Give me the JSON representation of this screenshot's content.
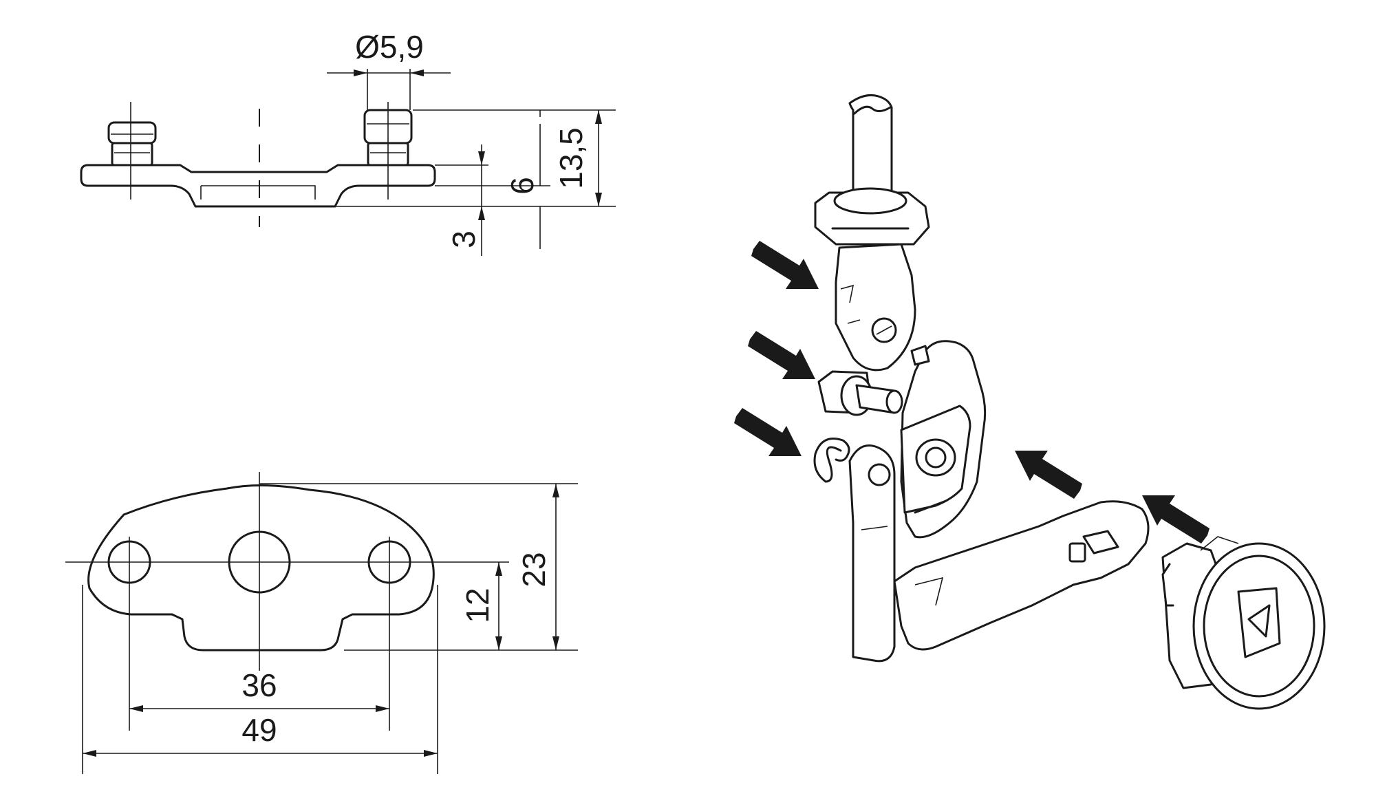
{
  "colors": {
    "ink": "#1a1a1a",
    "paper": "#ffffff"
  },
  "side_view": {
    "dim_diameter": "Ø5,9",
    "dim_overall_height": "13,5",
    "dim_plate_height": "6",
    "dim_offset": "3"
  },
  "top_view": {
    "dim_hole_spacing": "36",
    "dim_overall_width": "49",
    "dim_center_height": "12",
    "dim_overall_height": "23"
  },
  "assembly": {
    "arrow_count": 5,
    "icons": [
      "cam-rod-icon",
      "spacer-nut-icon",
      "circlip-icon",
      "guide-plate-icon",
      "cam-lever-icon",
      "lock-cylinder-icon"
    ]
  }
}
